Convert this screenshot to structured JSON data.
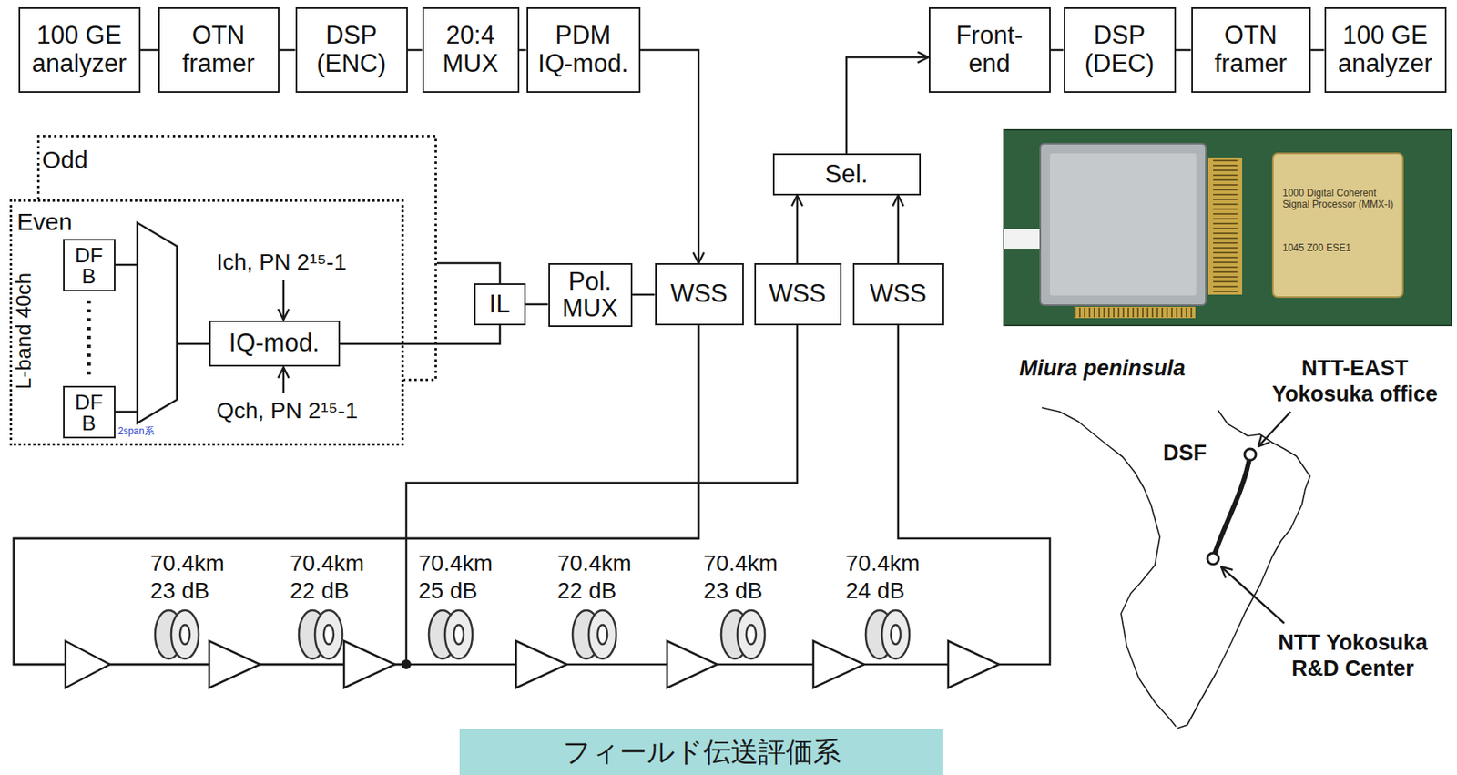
{
  "diagram": {
    "caption": "フィールド伝送評価系",
    "nodes": [
      {
        "text": [
          "100 GE analyzer"
        ]
      },
      {
        "text": [
          "OTN framer"
        ]
      },
      {
        "text": [
          "DSP (ENC)"
        ]
      },
      {
        "text": [
          "20:4 MUX"
        ]
      },
      {
        "text": [
          "PDM IQ-mod."
        ]
      },
      {
        "text": [
          "Front-end"
        ]
      },
      {
        "text": [
          "DSP (DEC)"
        ]
      },
      {
        "text": [
          "OTN framer"
        ]
      },
      {
        "text": [
          "100 GE analyzer"
        ]
      },
      {
        "text": [
          "Odd"
        ]
      },
      {
        "text": [
          "Even"
        ]
      },
      {
        "text": [
          "DF B"
        ],
        "in": 10
      },
      {
        "text": [
          "DF B"
        ],
        "in": 10
      },
      {
        "text": [
          "IQ-mod."
        ],
        "in": 10
      },
      {
        "text": [
          "IL"
        ]
      },
      {
        "text": [
          "Pol. MUX"
        ]
      },
      {
        "text": [
          "WSS"
        ]
      },
      {
        "text": [
          "WSS"
        ]
      },
      {
        "text": [
          "WSS"
        ]
      },
      {
        "text": [
          "Sel."
        ]
      }
    ],
    "edges": [
      {
        "from": 0,
        "to": 1,
        "arrow": "none"
      },
      {
        "from": 1,
        "to": 2,
        "arrow": "none"
      },
      {
        "from": 2,
        "to": 3,
        "arrow": "none"
      },
      {
        "from": 3,
        "to": 4,
        "arrow": "none"
      },
      {
        "from": 4,
        "to": 16,
        "arrow": "to"
      },
      {
        "from": 5,
        "to": 6,
        "arrow": "none"
      },
      {
        "from": 6,
        "to": 7,
        "arrow": "none"
      },
      {
        "from": 7,
        "to": 8,
        "arrow": "none"
      },
      {
        "from": 19,
        "to": 5,
        "arrow": "to"
      },
      {
        "from": 17,
        "to": 19,
        "arrow": "to"
      },
      {
        "from": 18,
        "to": 19,
        "arrow": "to"
      },
      {
        "from": 9,
        "to": 14,
        "arrow": "none"
      },
      {
        "from": 13,
        "to": 14,
        "arrow": "none"
      },
      {
        "from": 14,
        "to": 15,
        "arrow": "none"
      },
      {
        "from": 15,
        "to": 16,
        "arrow": "none"
      },
      {
        "from": 16,
        "to": 17,
        "arrow": "none"
      },
      {
        "from": 16,
        "to": 18,
        "arrow": "none"
      }
    ],
    "labels": [
      "L-band 40ch",
      "Ich, PN 2¹⁵-1",
      "Qch, PN 2¹⁵-1",
      "2span系",
      "70.4km 23 dB",
      "70.4km 22 dB",
      "70.4km 25 dB",
      "70.4km 22 dB",
      "70.4km 23 dB",
      "70.4km 24 dB",
      "1000 Digital Coherent Signal Processor (MMX-I)",
      "1045 Z00 ESE1",
      "Miura peninsula",
      "NTT-EAST Yokosuka office",
      "DSF",
      "NTT Yokosuka R&D Center"
    ]
  }
}
